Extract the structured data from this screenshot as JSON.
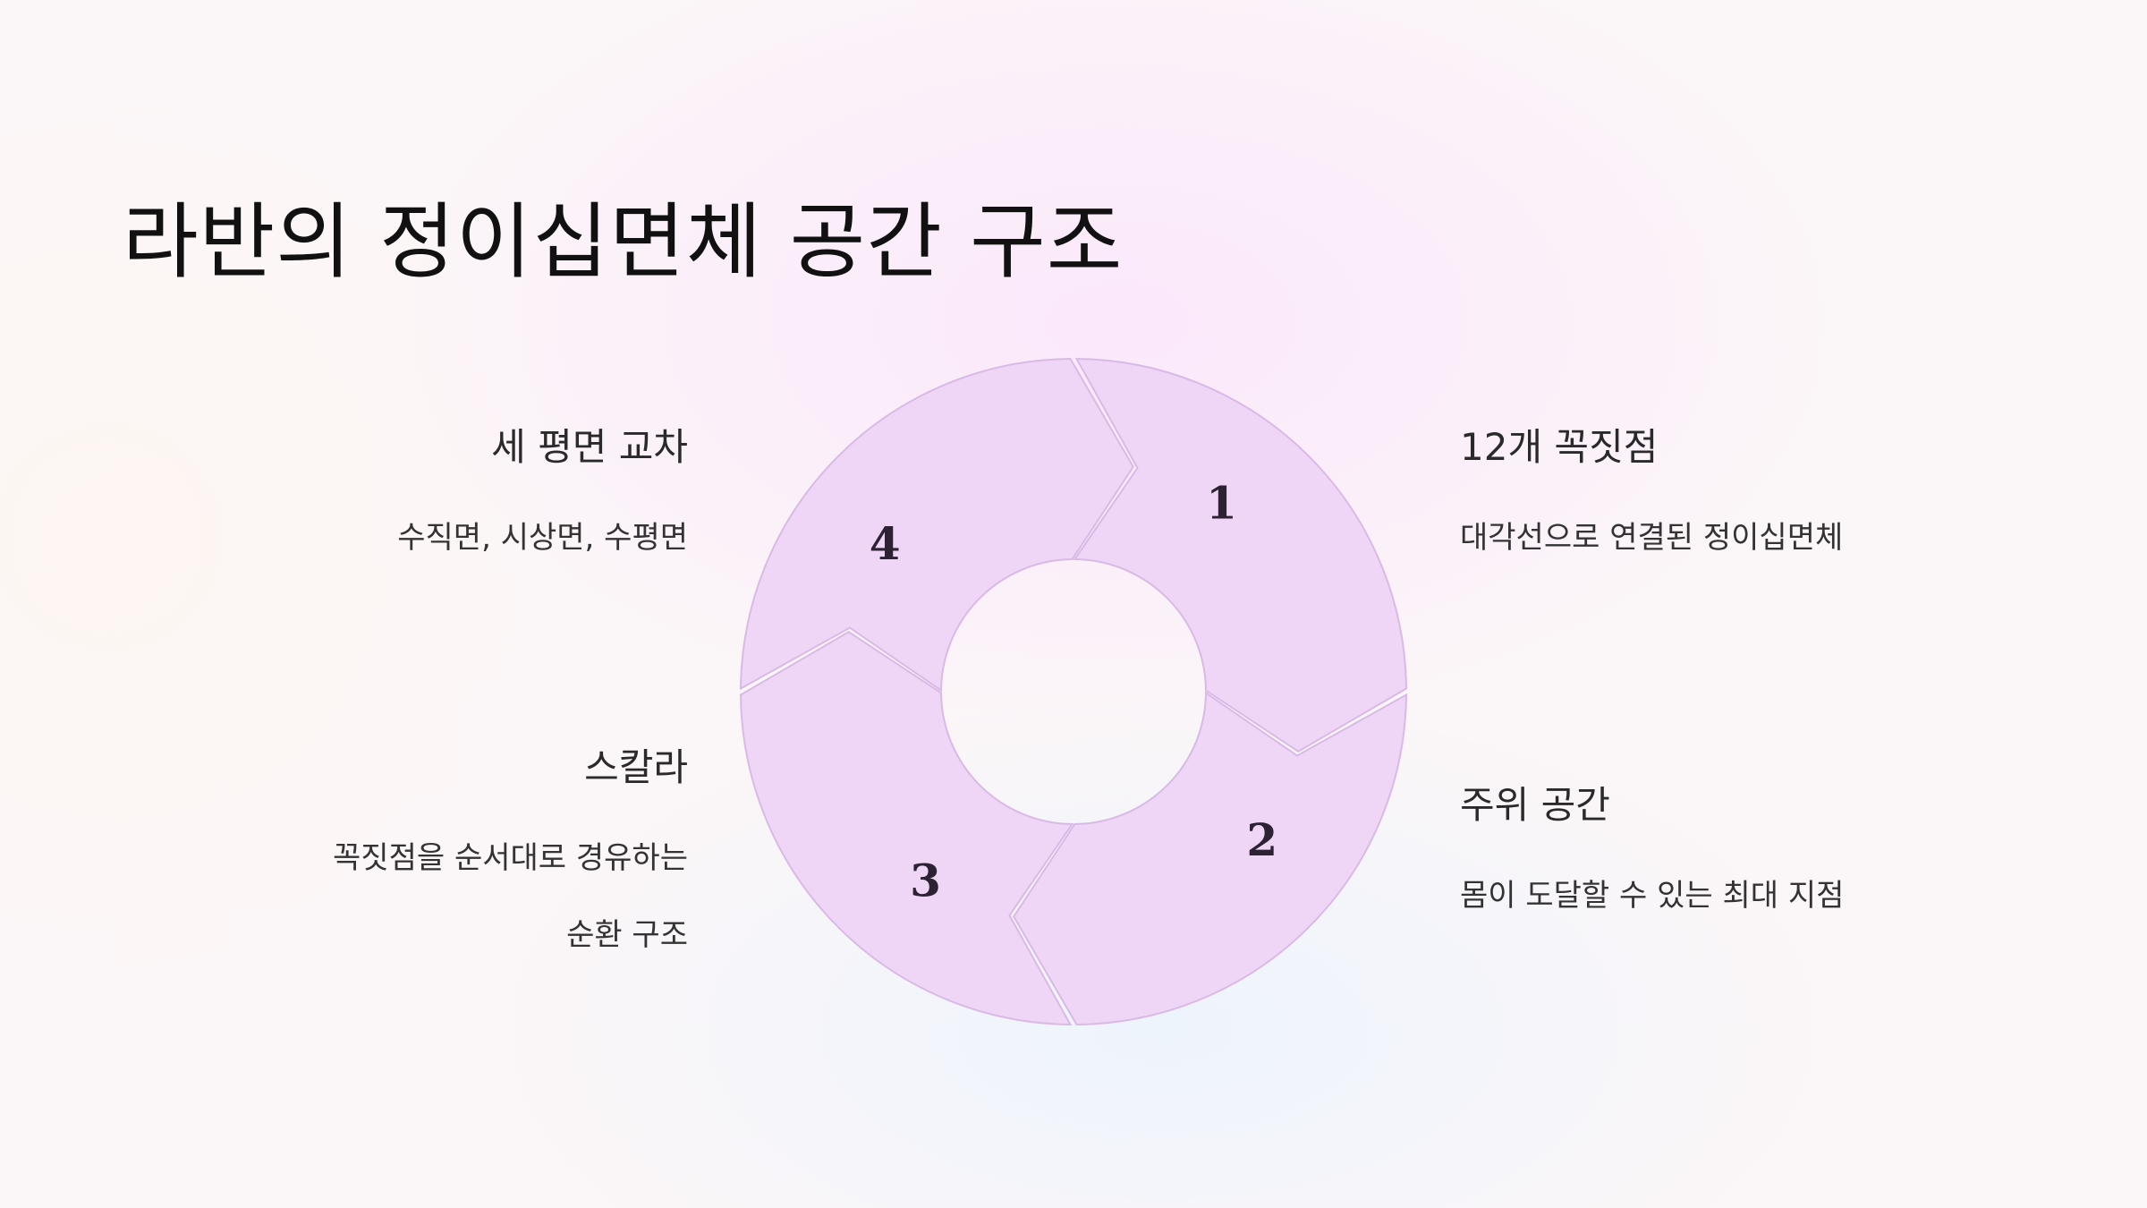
{
  "title": "라반의 정이십면체 공간 구조",
  "colors": {
    "segment_fill": "#efd6f6",
    "segment_stroke": "#d9b9e6",
    "number": "#2c2233"
  },
  "cycle": {
    "steps": [
      {
        "number": "1",
        "title": "세 평면 교차",
        "desc_lines": [
          "수직면, 시상면, 수평면"
        ]
      },
      {
        "number": "2",
        "title": "12개 꼭짓점",
        "desc_lines": [
          "대각선으로 연결된 정이십면체"
        ]
      },
      {
        "number": "3",
        "title": "주위 공간",
        "desc_lines": [
          "몸이 도달할 수 있는 최대 지점"
        ]
      },
      {
        "number": "4",
        "title": "스칼라",
        "desc_lines": [
          "꼭짓점을 순서대로 경유하는",
          "순환 구조"
        ]
      }
    ]
  }
}
